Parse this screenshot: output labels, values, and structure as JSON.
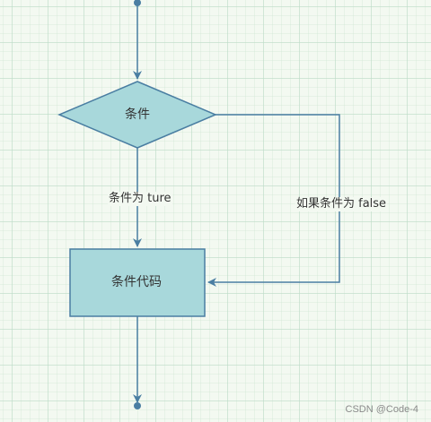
{
  "diagram": {
    "condition_label": "条件",
    "code_label": "条件代码",
    "true_edge_label": "条件为 ture",
    "false_edge_label": "如果条件为 false"
  },
  "colors": {
    "line": "#4a7ea2",
    "shape_fill": "#a8d8db",
    "shape_stroke": "#4a7ea2",
    "text": "#333333"
  },
  "watermark": "CSDN @Code-4"
}
